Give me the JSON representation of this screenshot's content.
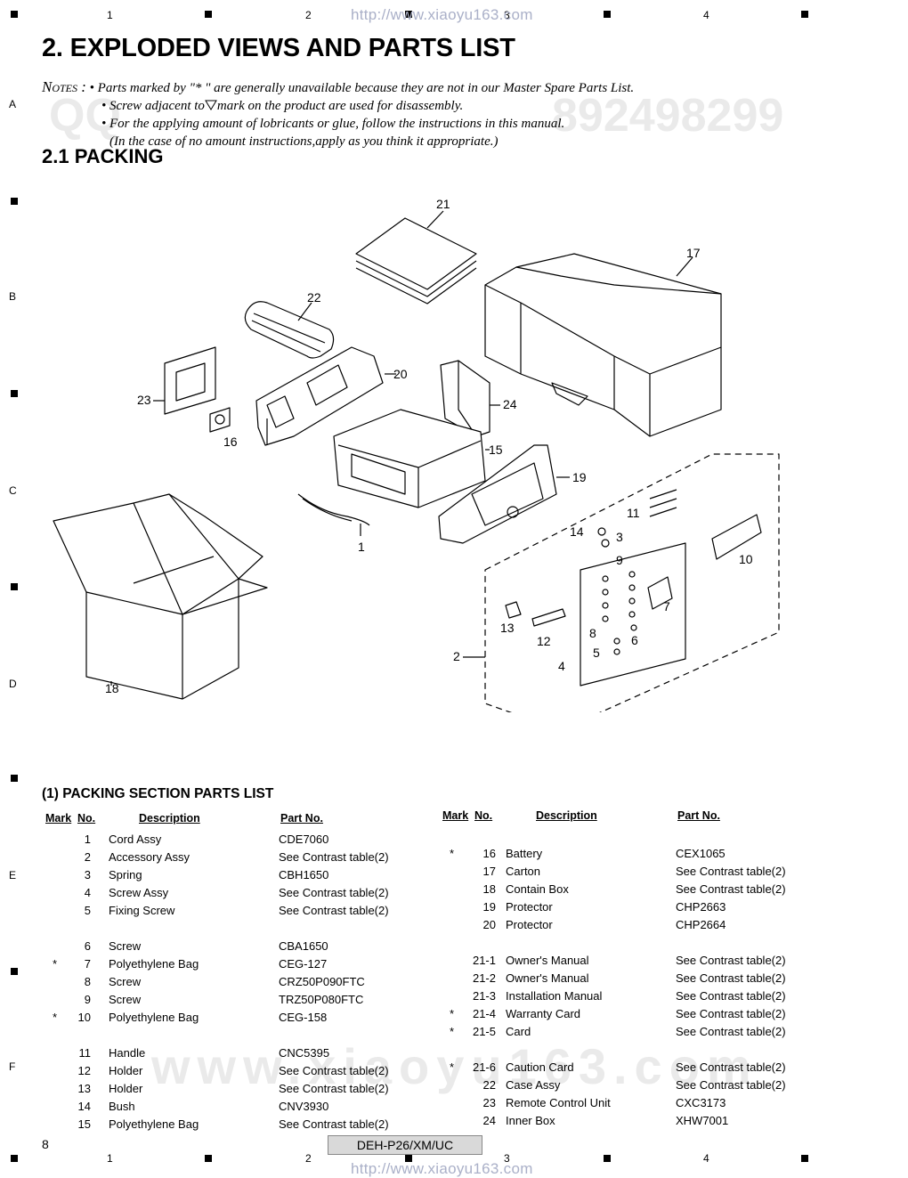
{
  "grid": {
    "columns": [
      "1",
      "2",
      "3",
      "4"
    ],
    "rows": [
      "A",
      "B",
      "C",
      "D",
      "E",
      "F"
    ]
  },
  "watermark_url": "http://www.xiaoyu163.com",
  "title": "2. EXPLODED VIEWS AND PARTS LIST",
  "notes": {
    "label": "Notes :",
    "line1": "• Parts marked by  \"* \"  are generally unavailable because they are not in our Master Spare Parts List.",
    "line2a": "• Screw adjacent to",
    "line2b": "mark on the product are used for disassembly.",
    "line3": "• For the applying amount of lobricants or glue, follow the instructions in this manual.",
    "line4": "(In the case of no amount instructions,apply as you think it appropriate.)"
  },
  "section_title": "2.1  PACKING",
  "diagram": {
    "callouts": [
      "21",
      "17",
      "22",
      "20",
      "23",
      "16",
      "24",
      "15",
      "19",
      "1",
      "11",
      "14",
      "3",
      "10",
      "9",
      "7",
      "13",
      "12",
      "8",
      "6",
      "5",
      "2",
      "4",
      "18"
    ]
  },
  "parts_list": {
    "title": "(1) PACKING SECTION PARTS LIST",
    "headers": {
      "mark": "Mark",
      "no": "No.",
      "description": "Description",
      "part_no": "Part No."
    },
    "left": [
      {
        "mark": "",
        "no": "1",
        "desc": "Cord Assy",
        "part": "CDE7060"
      },
      {
        "mark": "",
        "no": "2",
        "desc": "Accessory Assy",
        "part": "See Contrast table(2)"
      },
      {
        "mark": "",
        "no": "3",
        "desc": "Spring",
        "part": "CBH1650"
      },
      {
        "mark": "",
        "no": "4",
        "desc": "Screw Assy",
        "part": "See Contrast table(2)"
      },
      {
        "mark": "",
        "no": "5",
        "desc": "Fixing Screw",
        "part": "See Contrast table(2)"
      },
      {
        "mark": "",
        "no": "6",
        "desc": "Screw",
        "part": "CBA1650"
      },
      {
        "mark": "*",
        "no": "7",
        "desc": "Polyethylene Bag",
        "part": "CEG-127"
      },
      {
        "mark": "",
        "no": "8",
        "desc": "Screw",
        "part": "CRZ50P090FTC"
      },
      {
        "mark": "",
        "no": "9",
        "desc": "Screw",
        "part": "TRZ50P080FTC"
      },
      {
        "mark": "*",
        "no": "10",
        "desc": "Polyethylene Bag",
        "part": "CEG-158"
      },
      {
        "mark": "",
        "no": "11",
        "desc": "Handle",
        "part": "CNC5395"
      },
      {
        "mark": "",
        "no": "12",
        "desc": "Holder",
        "part": "See Contrast table(2)"
      },
      {
        "mark": "",
        "no": "13",
        "desc": "Holder",
        "part": "See Contrast table(2)"
      },
      {
        "mark": "",
        "no": "14",
        "desc": "Bush",
        "part": "CNV3930"
      },
      {
        "mark": "",
        "no": "15",
        "desc": "Polyethylene Bag",
        "part": "See Contrast table(2)"
      }
    ],
    "right": [
      {
        "mark": "*",
        "no": "16",
        "desc": "Battery",
        "part": "CEX1065"
      },
      {
        "mark": "",
        "no": "17",
        "desc": "Carton",
        "part": "See Contrast table(2)"
      },
      {
        "mark": "",
        "no": "18",
        "desc": "Contain Box",
        "part": "See Contrast table(2)"
      },
      {
        "mark": "",
        "no": "19",
        "desc": "Protector",
        "part": "CHP2663"
      },
      {
        "mark": "",
        "no": "20",
        "desc": "Protector",
        "part": "CHP2664"
      },
      {
        "mark": "",
        "no": "21-1",
        "desc": "Owner's Manual",
        "part": "See Contrast table(2)"
      },
      {
        "mark": "",
        "no": "21-2",
        "desc": "Owner's Manual",
        "part": "See Contrast table(2)"
      },
      {
        "mark": "",
        "no": "21-3",
        "desc": "Installation Manual",
        "part": "See Contrast table(2)"
      },
      {
        "mark": "*",
        "no": "21-4",
        "desc": "Warranty Card",
        "part": "See Contrast table(2)"
      },
      {
        "mark": "*",
        "no": "21-5",
        "desc": "Card",
        "part": "See Contrast table(2)"
      },
      {
        "mark": "*",
        "no": "21-6",
        "desc": "Caution Card",
        "part": "See Contrast table(2)"
      },
      {
        "mark": "",
        "no": "22",
        "desc": "Case Assy",
        "part": "See Contrast table(2)"
      },
      {
        "mark": "",
        "no": "23",
        "desc": "Remote Control Unit",
        "part": "CXC3173"
      },
      {
        "mark": "",
        "no": "24",
        "desc": "Inner Box",
        "part": "XHW7001"
      }
    ]
  },
  "footer": {
    "page": "8",
    "model": "DEH-P26/XM/UC"
  }
}
